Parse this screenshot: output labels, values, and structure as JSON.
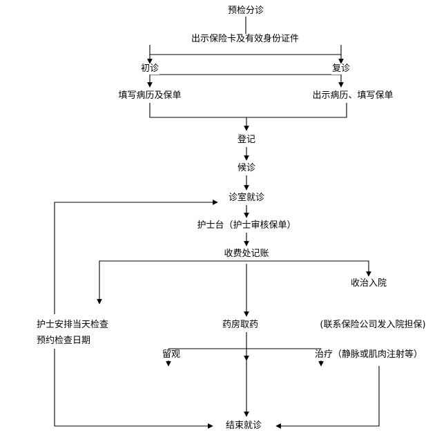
{
  "colors": {
    "line": "#000000",
    "text": "#000000",
    "background": "#ffffff"
  },
  "nodes": {
    "triage": "预检分诊",
    "show_card": "出示保险卡及有效身份证件",
    "first_visit": "初诊",
    "return_visit": "复诊",
    "fill_record_form": "填写病历及保单",
    "show_record_form": "出示病历、填写保单",
    "register": "登记",
    "wait": "候诊",
    "consult": "诊室就诊",
    "nurse_desk": "护士台（护士审核保单）",
    "billing": "收费处记账",
    "admission": "收治入院",
    "nurse_schedule_line1": "护士安排当天检查",
    "nurse_schedule_line2": "预约检查日期",
    "pharmacy": "药房取药",
    "insurance_guarantee": "(联系保险公司发入院担保)",
    "observation": "留观",
    "treatment": "治疗（静脉或肌肉注射等）",
    "end": "结束就诊"
  }
}
